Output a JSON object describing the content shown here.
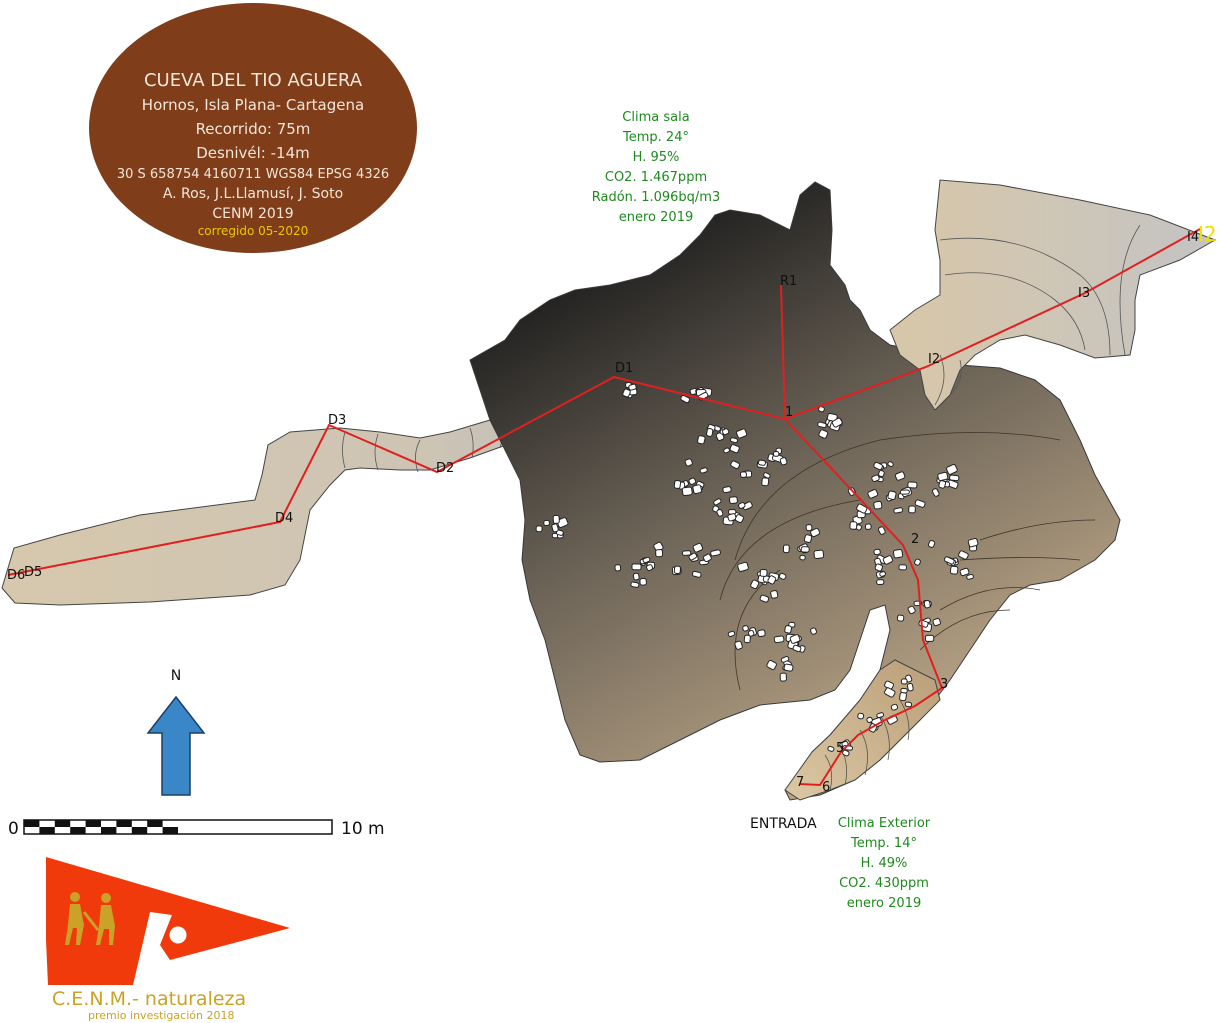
{
  "title_block": {
    "name": "CUEVA DEL TIO AGUERA",
    "location": "Hornos,  Isla Plana- Cartagena",
    "recorrido": "Recorrido: 75m",
    "desnivel": "Desnivél: -14m",
    "coords": "30 S 658754 4160711 WGS84 EPSG 4326",
    "authors": "A. Ros, J.L.Llamusí, J. Soto",
    "org_year": "CENM 2019",
    "corrected": "corregido 05-2020"
  },
  "clima_sala": [
    "Clima sala",
    "Temp. 24°",
    "H. 95%",
    "CO2. 1.467ppm",
    "Radón. 1.096bq/m3",
    "enero 2019"
  ],
  "clima_exterior": [
    "Clima Exterior",
    "Temp. 14°",
    "H. 49%",
    "CO2. 430ppm",
    "enero 2019"
  ],
  "entrance_label": "ENTRADA",
  "north_label": "N",
  "scale": {
    "start": "0",
    "end": "10 m"
  },
  "stations": {
    "D1": "D1",
    "D2": "D2",
    "D3": "D3",
    "D4": "D4",
    "D5": "D5",
    "D6": "D6",
    "R1": "R1",
    "I2": "I2",
    "I3": "I3",
    "I4": "I4",
    "I2_yellow": "I2",
    "s1": "1",
    "s2": "2",
    "s3": "3",
    "s5": "5",
    "s6": "6",
    "s7": "7"
  },
  "logo": {
    "name": "C.E.N.M.- naturaleza",
    "award": "premio investigación 2018"
  },
  "colors": {
    "title_oval": "#7f3d19",
    "survey_line": "#e02020",
    "north_arrow": "#3a87c8",
    "logo_flag": "#f03a0c",
    "climate_text": "#1e8a1e",
    "corrected_text": "#e8c800"
  }
}
